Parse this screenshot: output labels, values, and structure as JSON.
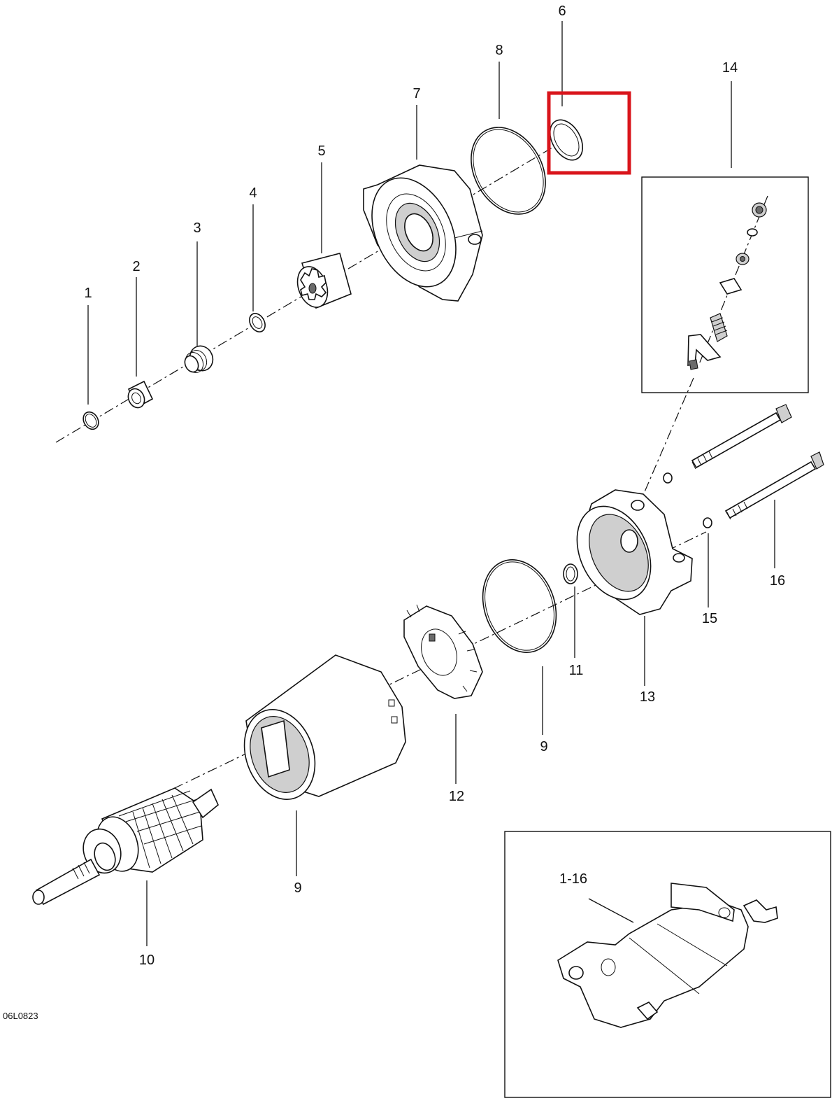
{
  "diagram": {
    "reference_code": "06L0823",
    "highlight_color": "#d9141b",
    "callouts": {
      "c1": "1",
      "c2": "2",
      "c3": "3",
      "c4": "4",
      "c5": "5",
      "c6": "6",
      "c7": "7",
      "c8": "8",
      "c9a": "9",
      "c9b": "9",
      "c10": "10",
      "c11": "11",
      "c12": "12",
      "c13": "13",
      "c14": "14",
      "c15": "15",
      "c16": "16"
    },
    "inset_label": "1-16"
  }
}
